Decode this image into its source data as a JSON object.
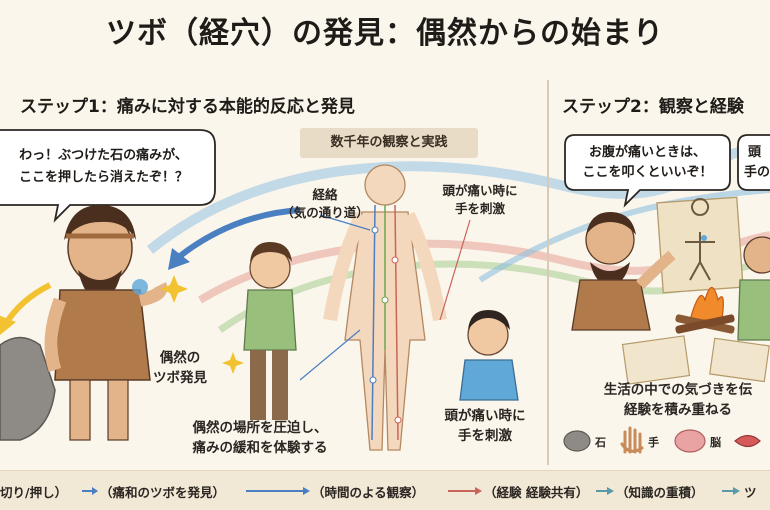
{
  "title": "ツボ（経穴）の発見：偶然からの始まり",
  "step1": {
    "title": "ステップ1：痛みに対する本能的反応と発見",
    "bubble_line1": "わっ！ぶつけた石の痛みが、",
    "bubble_line2": "ここを押したら消えたぞ！？",
    "discovery_line1": "偶然の",
    "discovery_line2": "ツボ発見",
    "pressure_line1": "偶然の場所を圧迫し、",
    "pressure_line2": "痛みの緩和を体験する"
  },
  "center": {
    "banner": "数千年の観察と実践",
    "meridian_line1": "経絡",
    "meridian_line2": "（気の通り道）",
    "headache_top_line1": "頭が痛い時に",
    "headache_top_line2": "手を刺激",
    "headache_bottom_line1": "頭が痛い時に",
    "headache_bottom_line2": "手を刺激"
  },
  "step2": {
    "title": "ステップ2：観察と経験",
    "bubble_line1": "お腹が痛いときは、",
    "bubble_line2": "ここを叩くといいぞ！",
    "bubble2_line1": "頭",
    "bubble2_line2": "手の",
    "caption_line1": "生活の中での気づきを伝",
    "caption_line2": "経験を積み重ねる",
    "icons": [
      {
        "name": "stone-icon",
        "label": "石"
      },
      {
        "name": "hand-icon",
        "label": "手"
      },
      {
        "name": "brain-icon",
        "label": "脳"
      },
      {
        "name": "lips-icon",
        "label": ""
      }
    ]
  },
  "flow": [
    "切り/押し）",
    "（痛和のツボを発見）",
    "（時間のよる観察）",
    "（経験 経験共有）",
    "（知識の重積）",
    "ツ"
  ],
  "colors": {
    "background": "#fbf6ec",
    "banner": "#e8dcc6",
    "arrow_blue": "#4a7fc1",
    "arrow_red": "#c9645a",
    "arrow_teal": "#5a9aa8",
    "arrow_yellow": "#f2c230"
  }
}
